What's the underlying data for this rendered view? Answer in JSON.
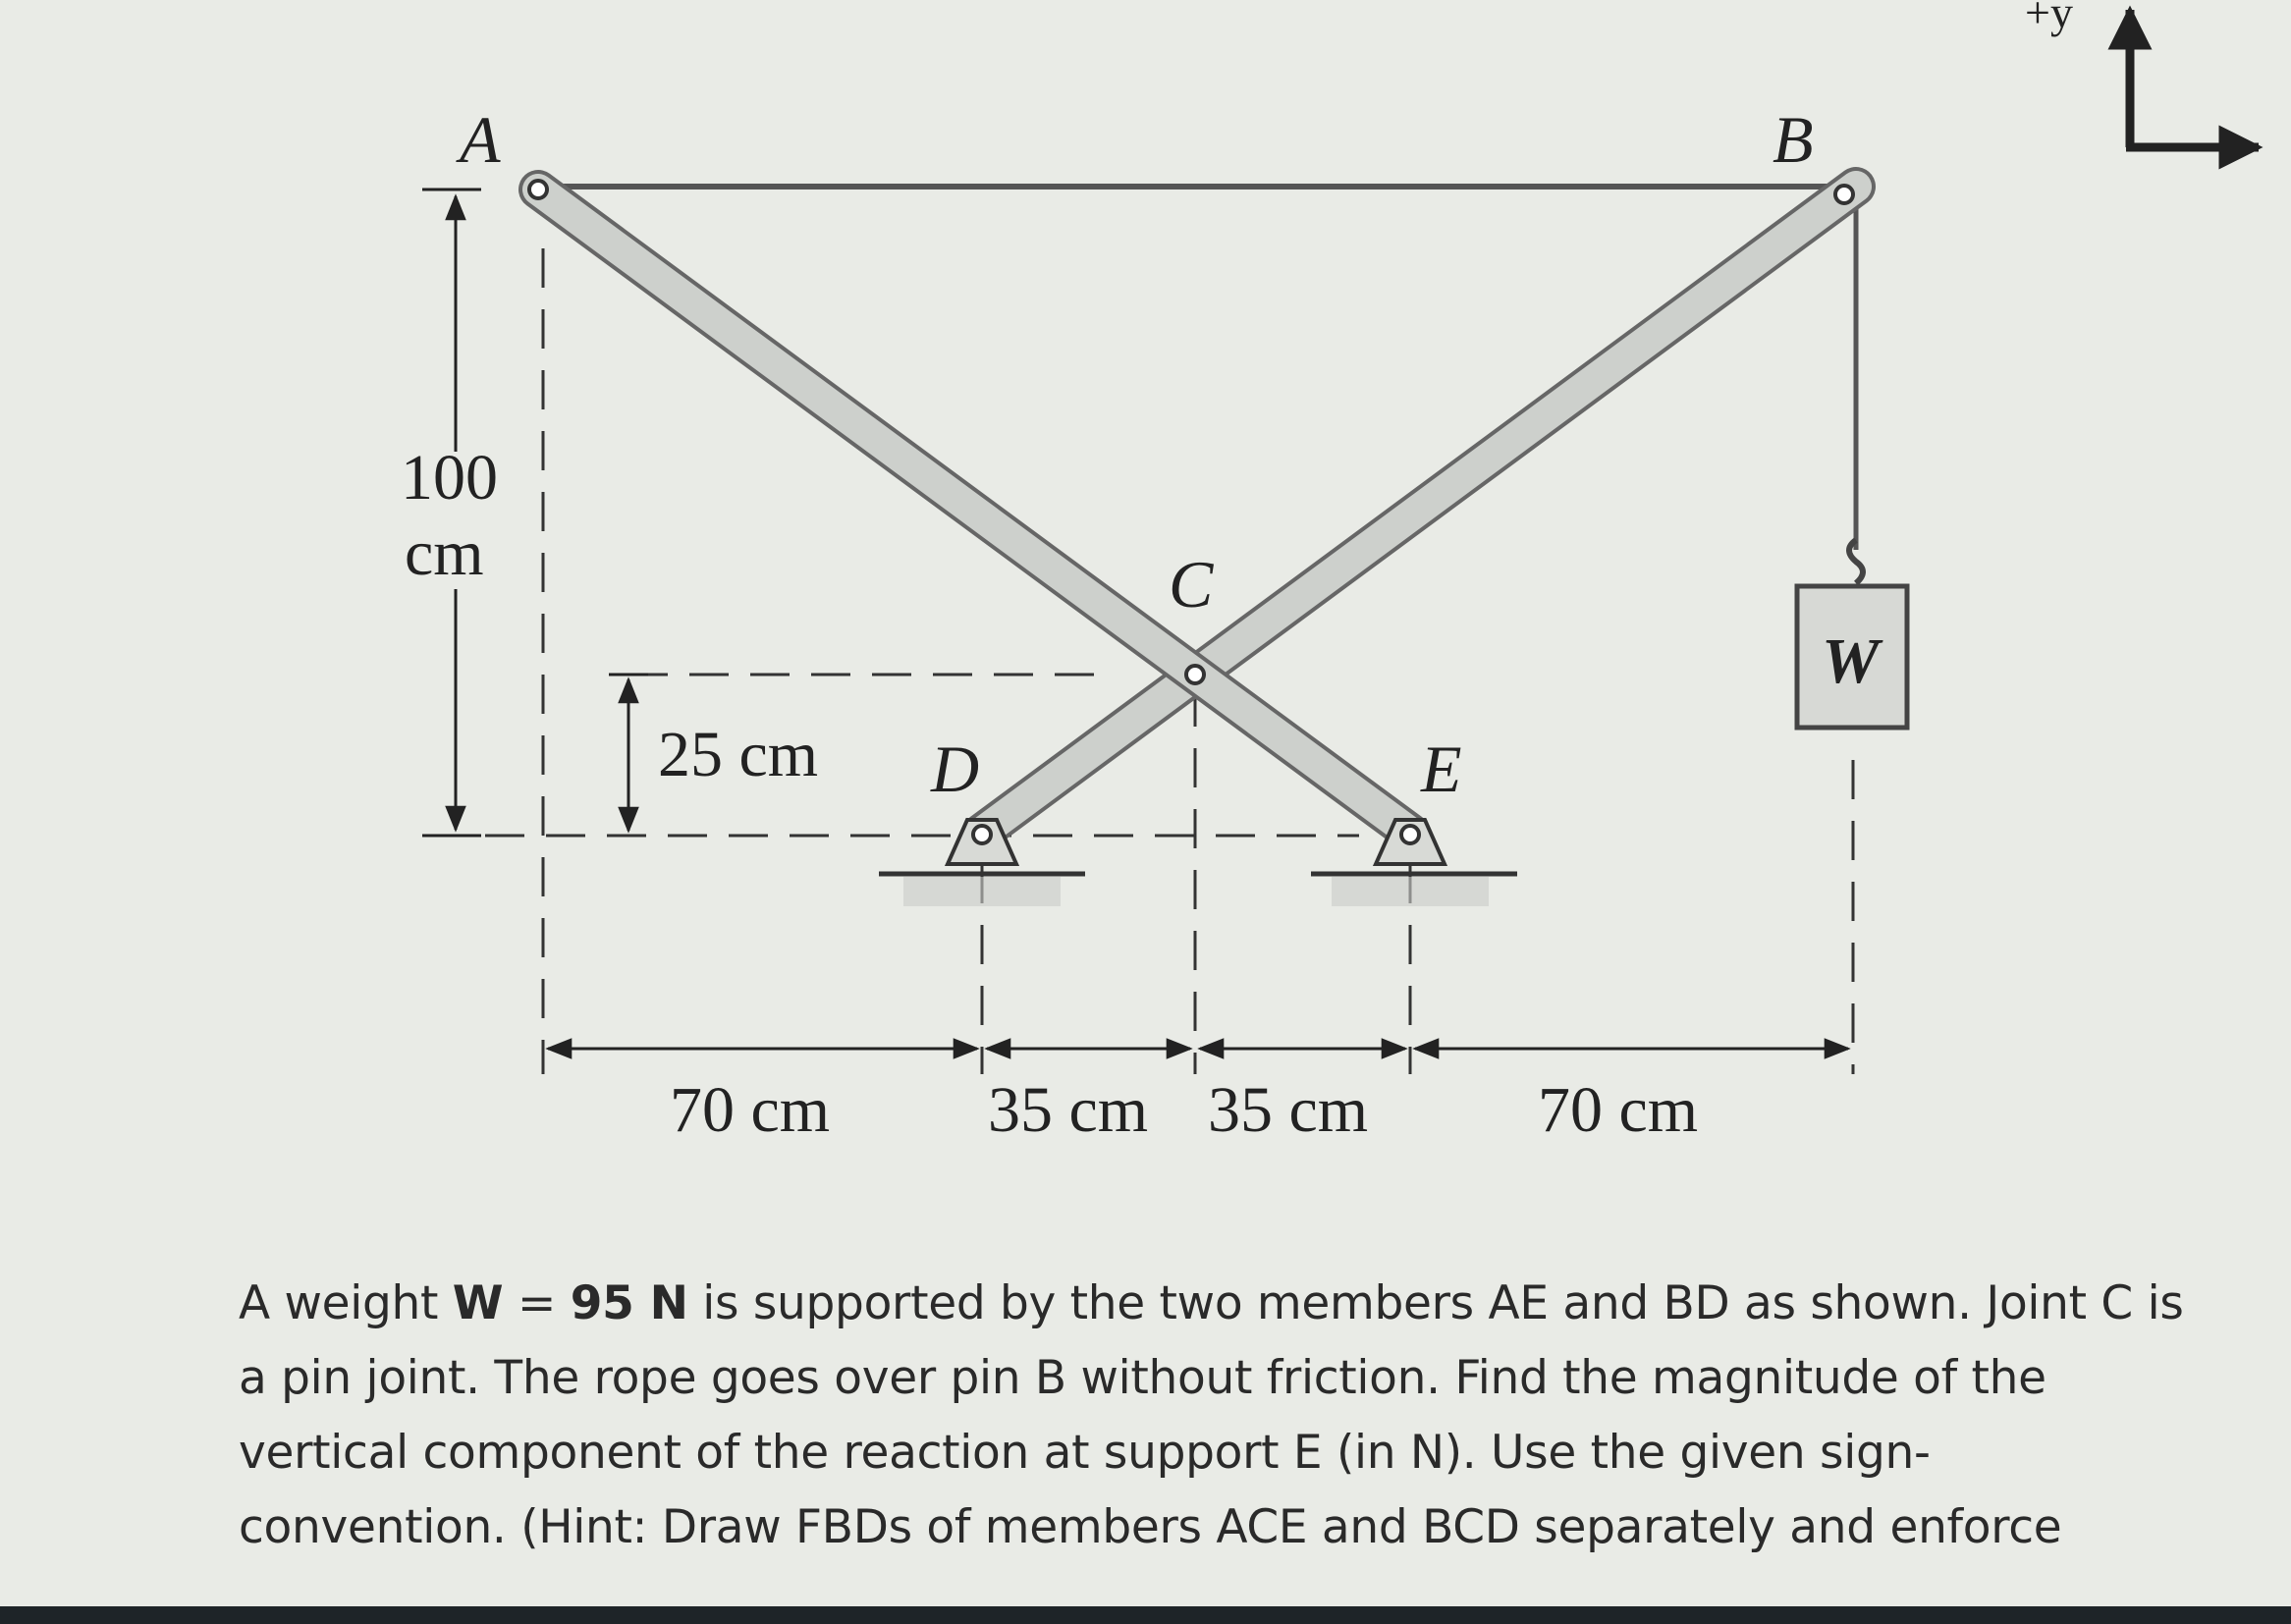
{
  "diagram": {
    "labels": {
      "A": "A",
      "B": "B",
      "C": "C",
      "D": "D",
      "E": "E",
      "W": "W"
    },
    "dimensions": {
      "height_value": "100",
      "height_unit": "cm",
      "lower_height": "25 cm",
      "spans": [
        "70 cm",
        "35 cm",
        "35 cm",
        "70 cm"
      ]
    },
    "axis_label": "+y"
  },
  "problem": {
    "segments": [
      {
        "text": "A weight ",
        "bold": false
      },
      {
        "text": "W",
        "bold": true
      },
      {
        "text": " = ",
        "bold": false
      },
      {
        "text": "95 N",
        "bold": true
      },
      {
        "text": " is supported by the two members AE and BD as shown. Joint C is a pin joint. The rope goes over pin B without friction. Find the magnitude of the vertical component of the reaction at support E (in N). Use the given sign-convention. (Hint: Draw FBDs of members ACE and BCD separately and enforce",
        "bold": false
      }
    ]
  },
  "colors": {
    "background": "#e9ebe6",
    "member": "#c9ccc8",
    "text": "#2a2a2a"
  }
}
